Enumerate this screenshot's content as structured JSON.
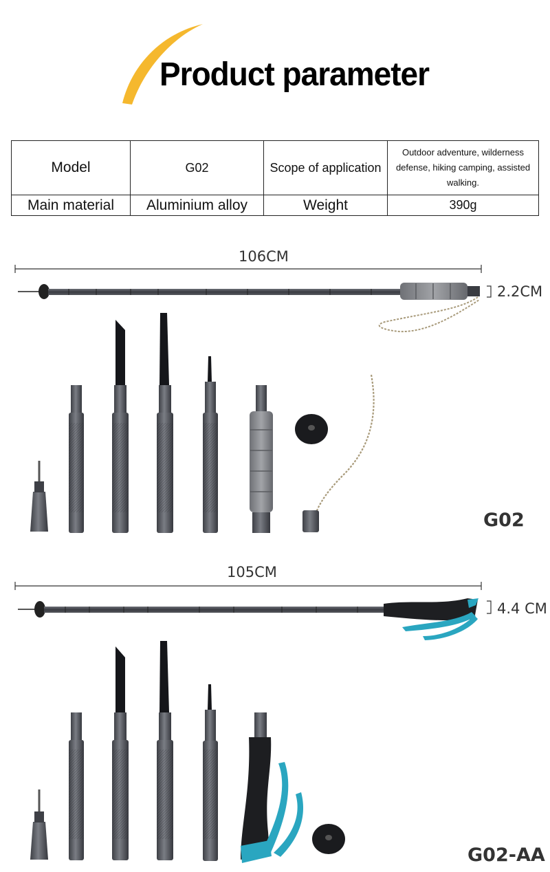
{
  "header": {
    "title": "Product parameter"
  },
  "params_table": {
    "rows": [
      [
        "Model",
        "G02",
        "Scope of application",
        "Outdoor adventure, wilderness defense, hiking camping, assisted walking."
      ],
      [
        "Main material",
        "Aluminium alloy",
        "Weight",
        "390g"
      ]
    ]
  },
  "g02": {
    "length_label": "106CM",
    "diameter_label": "2.2CM",
    "model_label": "G02"
  },
  "g02aa": {
    "length_label": "105CM",
    "diameter_label": "4.4 CM",
    "model_label": "G02-AA"
  },
  "colors": {
    "swoosh": "#f5b82e",
    "pole": "#4a4c52",
    "foam": "#8a8c90",
    "strap": "#2aa6c0"
  }
}
